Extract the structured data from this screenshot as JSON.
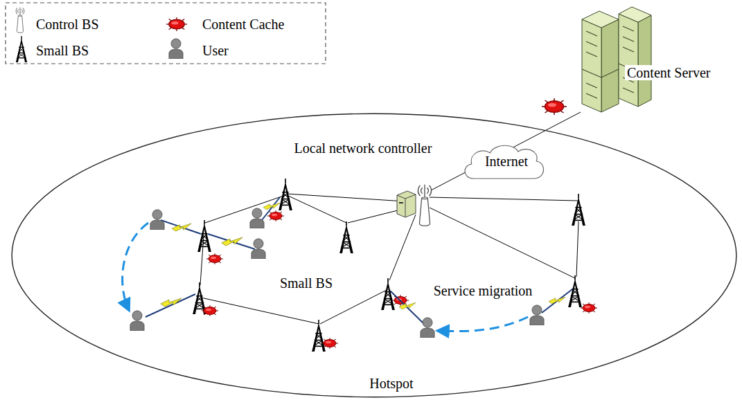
{
  "diagram": {
    "nodes": [
      {
        "text": [
          "Hotspot"
        ]
      },
      {
        "text": [
          "Internet"
        ]
      }
    ],
    "labels": [
      "Content Server",
      "Local network controller",
      "Small BS",
      "Service migration"
    ],
    "legend": [
      {
        "text": "Control BS"
      },
      {
        "text": "Content Cache"
      },
      {
        "text": "Small BS"
      },
      {
        "text": "User"
      }
    ]
  }
}
